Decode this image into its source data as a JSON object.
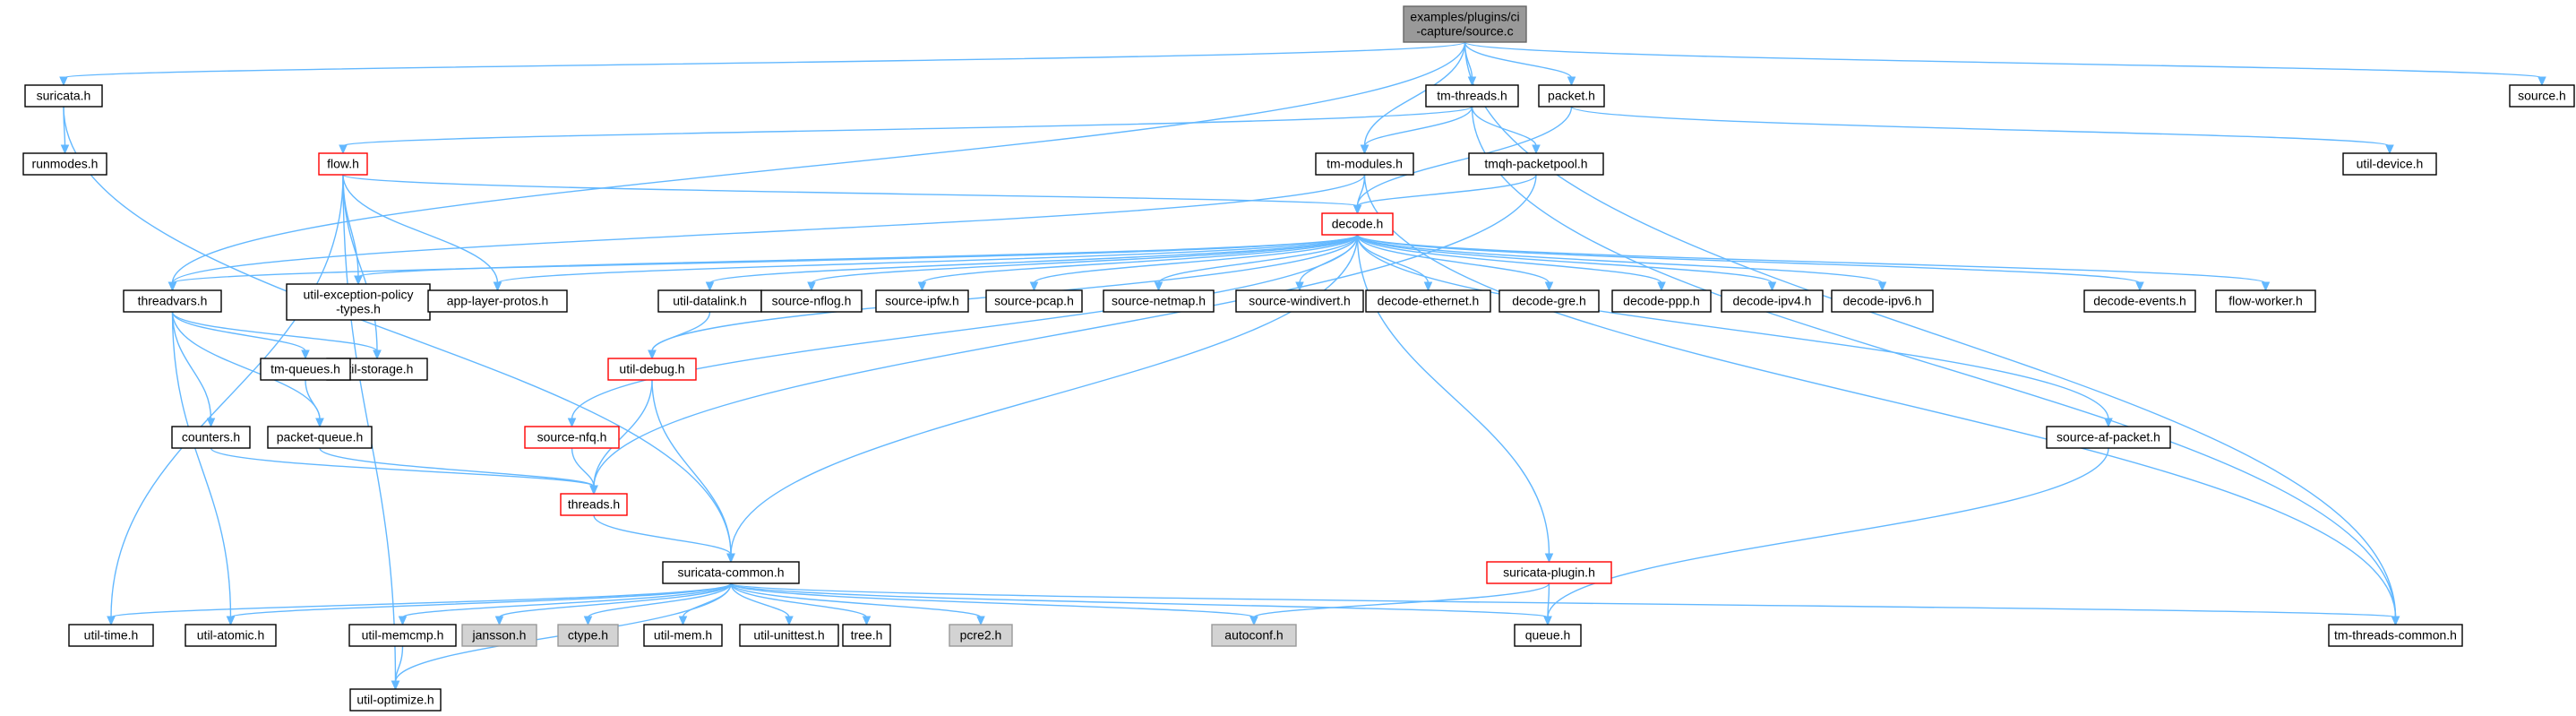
{
  "title": "examples/plugins/ci-capture/source.c",
  "colors": {
    "edge": "#63b8ff",
    "node_border": "#000000",
    "node_fill": "#ffffff",
    "root_fill": "#999999",
    "root_border": "#666666",
    "system_fill": "#d3d3d3",
    "system_border": "#999999",
    "truncated_border": "#ff0000"
  },
  "nodes": [
    {
      "id": "root",
      "kind": "root",
      "lines": [
        "examples/plugins/ci",
        "-capture/source.c"
      ]
    },
    {
      "id": "suricata_h",
      "kind": "normal",
      "lines": [
        "suricata.h"
      ]
    },
    {
      "id": "runmodes_h",
      "kind": "normal",
      "lines": [
        "runmodes.h"
      ]
    },
    {
      "id": "tm_threads_h",
      "kind": "normal",
      "lines": [
        "tm-threads.h"
      ]
    },
    {
      "id": "packet_h",
      "kind": "normal",
      "lines": [
        "packet.h"
      ]
    },
    {
      "id": "source_h",
      "kind": "normal",
      "lines": [
        "source.h"
      ]
    },
    {
      "id": "flow_h",
      "kind": "truncated",
      "lines": [
        "flow.h"
      ]
    },
    {
      "id": "tm_modules_h",
      "kind": "normal",
      "lines": [
        "tm-modules.h"
      ]
    },
    {
      "id": "tmqh_packetpool_h",
      "kind": "normal",
      "lines": [
        "tmqh-packetpool.h"
      ]
    },
    {
      "id": "util_device_h",
      "kind": "normal",
      "lines": [
        "util-device.h"
      ]
    },
    {
      "id": "decode_h",
      "kind": "truncated",
      "lines": [
        "decode.h"
      ]
    },
    {
      "id": "threadvars_h",
      "kind": "normal",
      "lines": [
        "threadvars.h"
      ]
    },
    {
      "id": "util_exception_policy_types_h",
      "kind": "normal",
      "lines": [
        "util-exception-policy",
        "-types.h"
      ]
    },
    {
      "id": "app_layer_protos_h",
      "kind": "normal",
      "lines": [
        "app-layer-protos.h"
      ]
    },
    {
      "id": "util_datalink_h",
      "kind": "normal",
      "lines": [
        "util-datalink.h"
      ]
    },
    {
      "id": "source_nflog_h",
      "kind": "normal",
      "lines": [
        "source-nflog.h"
      ]
    },
    {
      "id": "source_ipfw_h",
      "kind": "normal",
      "lines": [
        "source-ipfw.h"
      ]
    },
    {
      "id": "source_pcap_h",
      "kind": "normal",
      "lines": [
        "source-pcap.h"
      ]
    },
    {
      "id": "source_netmap_h",
      "kind": "normal",
      "lines": [
        "source-netmap.h"
      ]
    },
    {
      "id": "source_windivert_h",
      "kind": "normal",
      "lines": [
        "source-windivert.h"
      ]
    },
    {
      "id": "decode_ethernet_h",
      "kind": "normal",
      "lines": [
        "decode-ethernet.h"
      ]
    },
    {
      "id": "decode_gre_h",
      "kind": "normal",
      "lines": [
        "decode-gre.h"
      ]
    },
    {
      "id": "decode_ppp_h",
      "kind": "normal",
      "lines": [
        "decode-ppp.h"
      ]
    },
    {
      "id": "decode_ipv4_h",
      "kind": "normal",
      "lines": [
        "decode-ipv4.h"
      ]
    },
    {
      "id": "decode_ipv6_h",
      "kind": "normal",
      "lines": [
        "decode-ipv6.h"
      ]
    },
    {
      "id": "decode_events_h",
      "kind": "normal",
      "lines": [
        "decode-events.h"
      ]
    },
    {
      "id": "flow_worker_h",
      "kind": "normal",
      "lines": [
        "flow-worker.h"
      ]
    },
    {
      "id": "util_storage_h",
      "kind": "normal",
      "lines": [
        "util-storage.h"
      ]
    },
    {
      "id": "tm_queues_h",
      "kind": "normal",
      "lines": [
        "tm-queues.h"
      ]
    },
    {
      "id": "util_debug_h",
      "kind": "truncated",
      "lines": [
        "util-debug.h"
      ]
    },
    {
      "id": "counters_h",
      "kind": "normal",
      "lines": [
        "counters.h"
      ]
    },
    {
      "id": "packet_queue_h",
      "kind": "normal",
      "lines": [
        "packet-queue.h"
      ]
    },
    {
      "id": "source_nfq_h",
      "kind": "truncated",
      "lines": [
        "source-nfq.h"
      ]
    },
    {
      "id": "source_af_packet_h",
      "kind": "normal",
      "lines": [
        "source-af-packet.h"
      ]
    },
    {
      "id": "threads_h",
      "kind": "truncated",
      "lines": [
        "threads.h"
      ]
    },
    {
      "id": "suricata_common_h",
      "kind": "normal",
      "lines": [
        "suricata-common.h"
      ]
    },
    {
      "id": "suricata_plugin_h",
      "kind": "truncated",
      "lines": [
        "suricata-plugin.h"
      ]
    },
    {
      "id": "util_time_h",
      "kind": "normal",
      "lines": [
        "util-time.h"
      ]
    },
    {
      "id": "util_atomic_h",
      "kind": "normal",
      "lines": [
        "util-atomic.h"
      ]
    },
    {
      "id": "util_memcmp_h",
      "kind": "normal",
      "lines": [
        "util-memcmp.h"
      ]
    },
    {
      "id": "jansson_h",
      "kind": "system",
      "lines": [
        "jansson.h"
      ]
    },
    {
      "id": "ctype_h",
      "kind": "system",
      "lines": [
        "ctype.h"
      ]
    },
    {
      "id": "util_mem_h",
      "kind": "normal",
      "lines": [
        "util-mem.h"
      ]
    },
    {
      "id": "util_unittest_h",
      "kind": "normal",
      "lines": [
        "util-unittest.h"
      ]
    },
    {
      "id": "tree_h",
      "kind": "normal",
      "lines": [
        "tree.h"
      ]
    },
    {
      "id": "pcre2_h",
      "kind": "system",
      "lines": [
        "pcre2.h"
      ]
    },
    {
      "id": "autoconf_h",
      "kind": "system",
      "lines": [
        "autoconf.h"
      ]
    },
    {
      "id": "queue_h",
      "kind": "normal",
      "lines": [
        "queue.h"
      ]
    },
    {
      "id": "tm_threads_common_h",
      "kind": "normal",
      "lines": [
        "tm-threads-common.h"
      ]
    },
    {
      "id": "util_optimize_h",
      "kind": "normal",
      "lines": [
        "util-optimize.h"
      ]
    }
  ],
  "edges": [
    [
      "root",
      "suricata_h"
    ],
    [
      "root",
      "tm_threads_h"
    ],
    [
      "root",
      "packet_h"
    ],
    [
      "root",
      "source_h"
    ],
    [
      "root",
      "tm_modules_h"
    ],
    [
      "root",
      "threadvars_h"
    ],
    [
      "root",
      "tm_threads_common_h"
    ],
    [
      "suricata_h",
      "runmodes_h"
    ],
    [
      "suricata_h",
      "suricata_common_h"
    ],
    [
      "tm_threads_h",
      "flow_h"
    ],
    [
      "tm_threads_h",
      "tm_modules_h"
    ],
    [
      "tm_threads_h",
      "tmqh_packetpool_h"
    ],
    [
      "tm_threads_h",
      "tm_threads_common_h"
    ],
    [
      "packet_h",
      "decode_h"
    ],
    [
      "packet_h",
      "util_device_h"
    ],
    [
      "flow_h",
      "decode_h"
    ],
    [
      "flow_h",
      "util_exception_policy_types_h"
    ],
    [
      "flow_h",
      "app_layer_protos_h"
    ],
    [
      "flow_h",
      "util_time_h"
    ],
    [
      "flow_h",
      "util_storage_h"
    ],
    [
      "flow_h",
      "util_optimize_h"
    ],
    [
      "tm_modules_h",
      "decode_h"
    ],
    [
      "tm_modules_h",
      "threadvars_h"
    ],
    [
      "tm_modules_h",
      "tm_threads_common_h"
    ],
    [
      "tmqh_packetpool_h",
      "decode_h"
    ],
    [
      "tmqh_packetpool_h",
      "threads_h"
    ],
    [
      "decode_h",
      "threadvars_h"
    ],
    [
      "decode_h",
      "util_exception_policy_types_h"
    ],
    [
      "decode_h",
      "app_layer_protos_h"
    ],
    [
      "decode_h",
      "util_datalink_h"
    ],
    [
      "decode_h",
      "source_nflog_h"
    ],
    [
      "decode_h",
      "source_ipfw_h"
    ],
    [
      "decode_h",
      "source_pcap_h"
    ],
    [
      "decode_h",
      "source_netmap_h"
    ],
    [
      "decode_h",
      "source_windivert_h"
    ],
    [
      "decode_h",
      "decode_ethernet_h"
    ],
    [
      "decode_h",
      "decode_gre_h"
    ],
    [
      "decode_h",
      "decode_ppp_h"
    ],
    [
      "decode_h",
      "decode_ipv4_h"
    ],
    [
      "decode_h",
      "decode_ipv6_h"
    ],
    [
      "decode_h",
      "decode_events_h"
    ],
    [
      "decode_h",
      "flow_worker_h"
    ],
    [
      "decode_h",
      "util_debug_h"
    ],
    [
      "decode_h",
      "source_nfq_h"
    ],
    [
      "decode_h",
      "source_af_packet_h"
    ],
    [
      "decode_h",
      "suricata_common_h"
    ],
    [
      "decode_h",
      "suricata_plugin_h"
    ],
    [
      "threadvars_h",
      "util_storage_h"
    ],
    [
      "threadvars_h",
      "tm_queues_h"
    ],
    [
      "threadvars_h",
      "counters_h"
    ],
    [
      "threadvars_h",
      "packet_queue_h"
    ],
    [
      "threadvars_h",
      "util_atomic_h"
    ],
    [
      "util_datalink_h",
      "util_debug_h"
    ],
    [
      "util_debug_h",
      "threads_h"
    ],
    [
      "util_debug_h",
      "suricata_common_h"
    ],
    [
      "tm_queues_h",
      "packet_queue_h"
    ],
    [
      "counters_h",
      "threads_h"
    ],
    [
      "packet_queue_h",
      "threads_h"
    ],
    [
      "source_nfq_h",
      "threads_h"
    ],
    [
      "threads_h",
      "suricata_common_h"
    ],
    [
      "source_af_packet_h",
      "queue_h"
    ],
    [
      "suricata_plugin_h",
      "autoconf_h"
    ],
    [
      "suricata_plugin_h",
      "queue_h"
    ],
    [
      "suricata_common_h",
      "util_time_h"
    ],
    [
      "suricata_common_h",
      "util_atomic_h"
    ],
    [
      "suricata_common_h",
      "util_memcmp_h"
    ],
    [
      "suricata_common_h",
      "jansson_h"
    ],
    [
      "suricata_common_h",
      "ctype_h"
    ],
    [
      "suricata_common_h",
      "util_mem_h"
    ],
    [
      "suricata_common_h",
      "util_unittest_h"
    ],
    [
      "suricata_common_h",
      "tree_h"
    ],
    [
      "suricata_common_h",
      "pcre2_h"
    ],
    [
      "suricata_common_h",
      "autoconf_h"
    ],
    [
      "suricata_common_h",
      "queue_h"
    ],
    [
      "suricata_common_h",
      "tm_threads_common_h"
    ],
    [
      "suricata_common_h",
      "util_optimize_h"
    ],
    [
      "util_memcmp_h",
      "util_optimize_h"
    ]
  ]
}
